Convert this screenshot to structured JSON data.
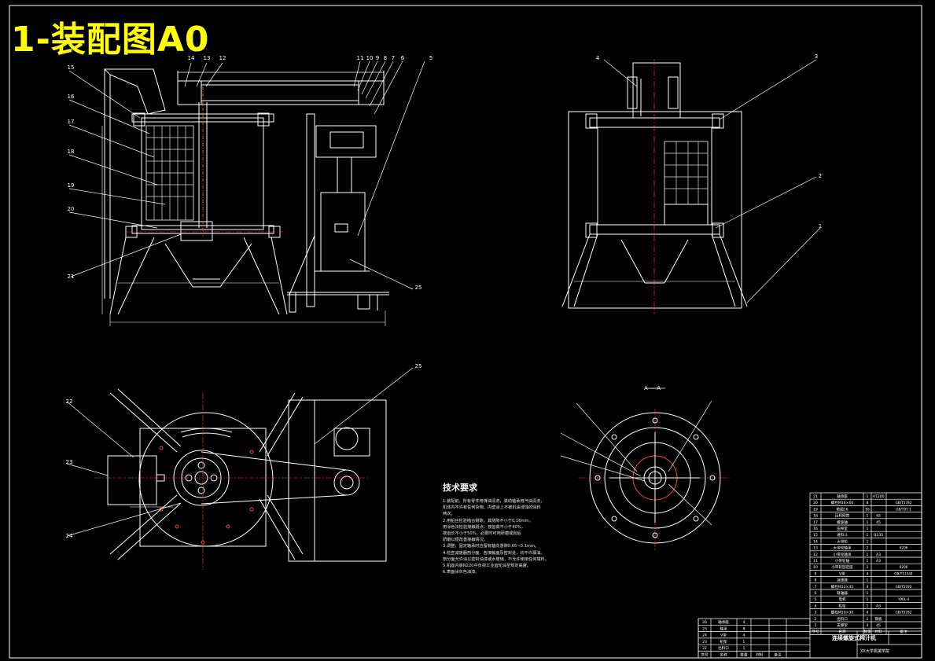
{
  "drawing": {
    "title": "1-装配图A0",
    "section_label": "A — A",
    "tech_requirements": {
      "heading": "技术要求",
      "lines": [
        "1.装配前，所有零件用煤油清洗，滚动轴承用汽油清洗，",
        "机体内不许有任何杂物。内壁涂上不被机油浸蚀的涂料",
        "两次。",
        "2.用铅丝检验啮合侧隙，其侧隙不小于0.16mm，",
        "用涂色法检验接触斑点，按齿高不小于40%，",
        "按齿长不小于50%，必要时可用研磨或刮后",
        "研磨以便改善接触情况。",
        "3.调整，固定轴承时应留有轴向游隙0.05~0.1mm。",
        "4.检查减速器剖分面、各接触面及密封处，均不许漏油。",
        "剖分面允许涂以密封油漆或水玻璃，不允许使用任何填料。",
        "5.机座内装N220中负荷工业齿轮油至规定高度。",
        "6.表面涂灰色油漆。"
      ]
    },
    "part_numbers": {
      "front_view": [
        "14",
        "13",
        "12",
        "11",
        "10",
        "9",
        "8",
        "7",
        "6",
        "5",
        "15",
        "16",
        "17",
        "18",
        "19",
        "20",
        "21",
        "25"
      ],
      "side_view": [
        "4",
        "3",
        "2",
        "1"
      ],
      "top_view": [
        "22",
        "23",
        "24",
        "25"
      ]
    },
    "bom_rows": [
      {
        "no": "21",
        "name": "轴承座",
        "qty": "1",
        "material": "HT200",
        "note": ""
      },
      {
        "no": "20",
        "name": "螺栓M16×60",
        "qty": "8",
        "material": "",
        "note": "GB/T5782"
      },
      {
        "no": "19",
        "name": "垫圈16",
        "qty": "16",
        "material": "",
        "note": "GB/T97.1"
      },
      {
        "no": "18",
        "name": "压榨网筒",
        "qty": "1",
        "material": "45",
        "note": ""
      },
      {
        "no": "17",
        "name": "螺旋轴",
        "qty": "1",
        "material": "45",
        "note": ""
      },
      {
        "no": "16",
        "name": "压榨室",
        "qty": "1",
        "material": "",
        "note": ""
      },
      {
        "no": "15",
        "name": "进料斗",
        "qty": "1",
        "material": "Q235",
        "note": ""
      },
      {
        "no": "14",
        "name": "大带轮",
        "qty": "1",
        "material": "",
        "note": ""
      },
      {
        "no": "13",
        "name": "大带轮轴承",
        "qty": "2",
        "material": "",
        "note": "6206"
      },
      {
        "no": "12",
        "name": "小带轮轴承",
        "qty": "1",
        "material": "A3",
        "note": ""
      },
      {
        "no": "11",
        "name": "小带轮轴",
        "qty": "1",
        "material": "A3",
        "note": ""
      },
      {
        "no": "10",
        "name": "小带轮固定座",
        "qty": "1",
        "material": "",
        "note": "6206"
      },
      {
        "no": "9",
        "name": "V带",
        "qty": "4",
        "material": "",
        "note": "GB/T11544"
      },
      {
        "no": "8",
        "name": "减速器",
        "qty": "1",
        "material": "",
        "note": ""
      },
      {
        "no": "7",
        "name": "螺栓M12×45",
        "qty": "4",
        "material": "",
        "note": "GB/T5782"
      },
      {
        "no": "6",
        "name": "联轴器",
        "qty": "1",
        "material": "",
        "note": ""
      },
      {
        "no": "5",
        "name": "电机",
        "qty": "1",
        "material": "",
        "note": "Y90L-4"
      },
      {
        "no": "4",
        "name": "机架",
        "qty": "1",
        "material": "A3",
        "note": ""
      },
      {
        "no": "3",
        "name": "螺栓M10×30",
        "qty": "4",
        "material": "",
        "note": "GB/T5782"
      },
      {
        "no": "2",
        "name": "出料口",
        "qty": "1",
        "material": "钢板",
        "note": ""
      },
      {
        "no": "1",
        "name": "支撑架",
        "qty": "4",
        "material": "45",
        "note": ""
      }
    ],
    "bom_header": [
      "序号",
      "名称",
      "数量",
      "材料",
      "备注"
    ],
    "title_block": {
      "title": "连续螺旋式榨汁机",
      "school": "XX大学机械学院",
      "rows_left": [
        {
          "no": "26",
          "name": "轴承座",
          "qty": "4"
        },
        {
          "no": "25",
          "name": "轴承",
          "qty": "8"
        },
        {
          "no": "24",
          "name": "V带",
          "qty": "4"
        },
        {
          "no": "23",
          "name": "机架",
          "qty": "1"
        },
        {
          "no": "22",
          "name": "出料口",
          "qty": "1"
        }
      ],
      "footer": [
        "序号",
        "名称",
        "数量",
        "材料",
        "备注"
      ]
    }
  }
}
